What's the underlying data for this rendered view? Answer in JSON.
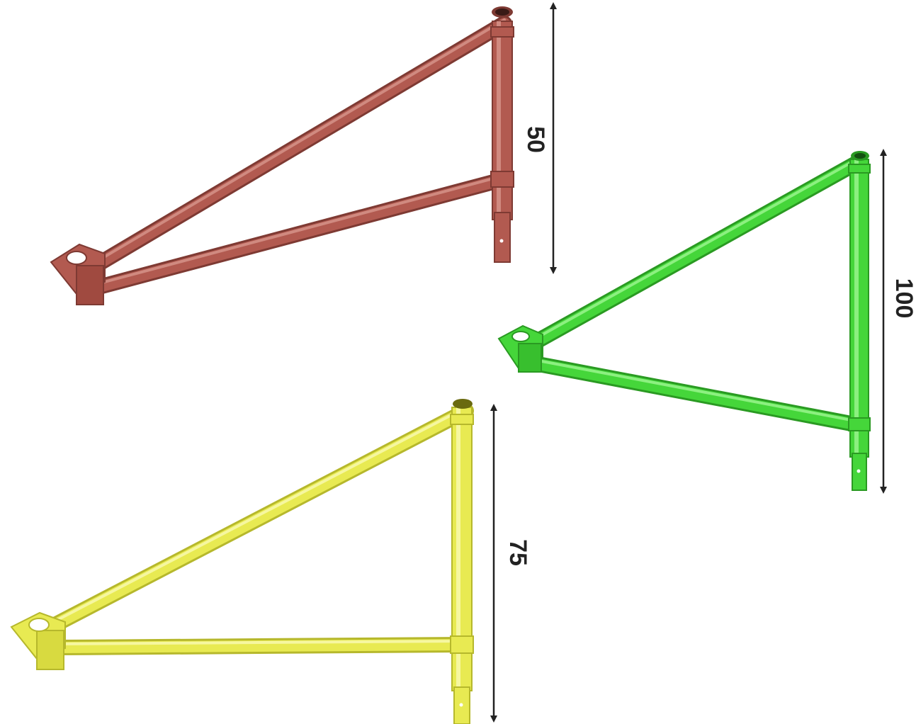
{
  "brackets": [
    {
      "name": "bracket-50",
      "label": "50",
      "color": "#b25a50",
      "color_dark": "#7e3a33",
      "color_light": "#d08a80"
    },
    {
      "name": "bracket-100",
      "label": "100",
      "color": "#45d63a",
      "color_dark": "#2a9a22",
      "color_light": "#8cf080"
    },
    {
      "name": "bracket-75",
      "label": "75",
      "color": "#e8ea52",
      "color_dark": "#b6b82c",
      "color_light": "#f6f7a0"
    }
  ],
  "arrow_color": "#222222"
}
